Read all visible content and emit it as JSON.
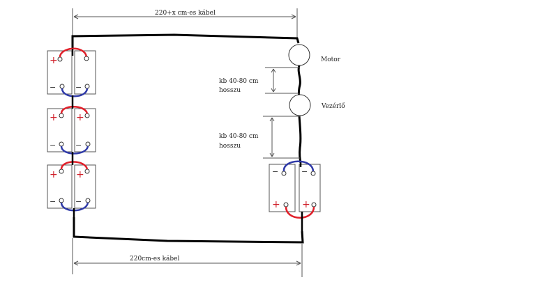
{
  "labels": {
    "top_cable": "220+x cm-es kábel",
    "bottom_cable": "220cm-es kábel",
    "motor": "Motor",
    "controller": "Vezérlő",
    "dist1_line1": "kb 40-80 cm",
    "dist1_line2": "hosszu",
    "dist2_line1": "kb 40-80 cm",
    "dist2_line2": "hosszu"
  },
  "signs": {
    "plus": "+",
    "minus": "−"
  },
  "colors": {
    "wire": "#000000",
    "positive": "#e0202a",
    "negative": "#2f3aa8",
    "battery": "#555555"
  }
}
